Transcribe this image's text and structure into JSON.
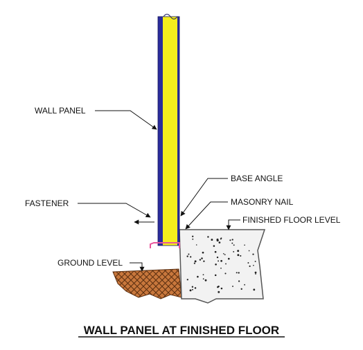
{
  "title": "WALL PANEL AT FINISHED FLOOR",
  "labels": {
    "wall_panel": "WALL PANEL",
    "base_angle": "BASE ANGLE",
    "fastener": "FASTENER",
    "masonry_nail": "MASONRY NAIL",
    "finished_floor_level": "FINISHED FLOOR LEVEL",
    "ground_level": "GROUND LEVEL"
  },
  "colors": {
    "panel_core": "#f5ee1d",
    "panel_skin": "#2a2c9c",
    "base_angle": "#e8559b",
    "ground_hatch": "#c8773c",
    "concrete": "#f2f2f2"
  }
}
